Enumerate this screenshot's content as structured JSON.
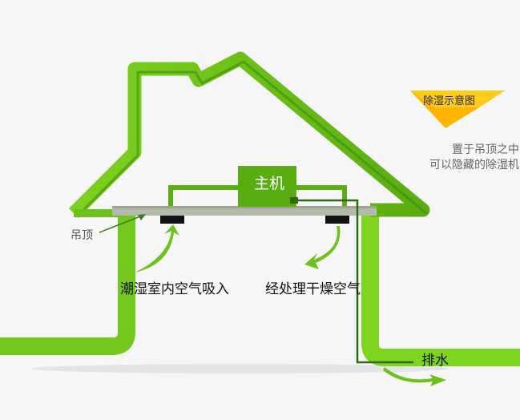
{
  "title_badge": {
    "label": "除湿示意图",
    "color": "#ffc20e"
  },
  "description": {
    "lines": [
      "置于吊顶之中",
      "可以隐藏的除湿机"
    ]
  },
  "host_unit": {
    "label": "主机",
    "color": "#5aad10"
  },
  "ceiling": {
    "label": "吊顶"
  },
  "airflow": {
    "intake_label": "潮湿室内空气吸入",
    "outflow_label": "经处理干燥空气"
  },
  "drain": {
    "label": "排水"
  },
  "colors": {
    "house": "#6cc11a",
    "house_dark": "#3e8a0c",
    "pipe": "#2f6a12",
    "ceiling": "#b0b8a8",
    "vent": "#111111"
  }
}
